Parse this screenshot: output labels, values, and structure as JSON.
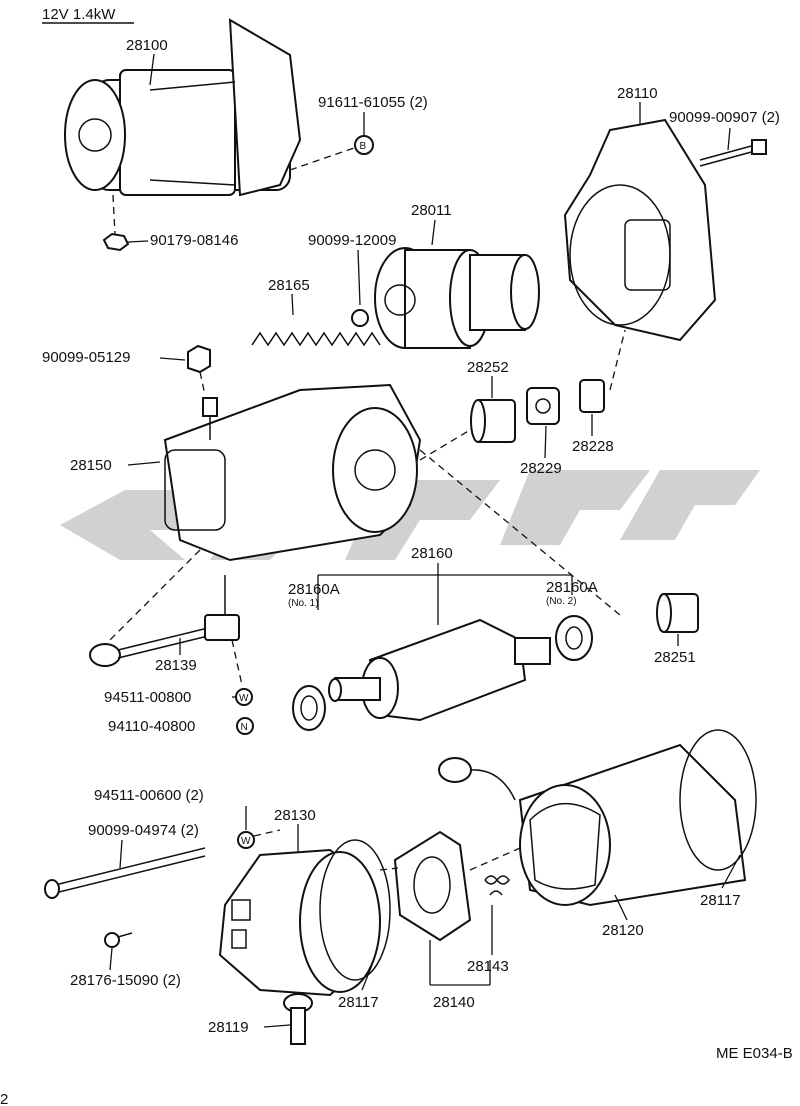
{
  "header": {
    "spec": "12V 1.4kW"
  },
  "diagram_code": "ME E034-B",
  "corner_mark": "2",
  "watermark": {
    "color": "#c9c9c9"
  },
  "parts": {
    "p28100": "28100",
    "p91611": "91611-61055 (2)",
    "p90179": "90179-08146",
    "p28110": "28110",
    "p90099_00907": "90099-00907 (2)",
    "p28011": "28011",
    "p90099_12009": "90099-12009",
    "p28165": "28165",
    "p90099_05129": "90099-05129",
    "p28252": "28252",
    "p28228": "28228",
    "p28229": "28229",
    "p28150": "28150",
    "p28160": "28160",
    "p28160A_1": "28160A",
    "p28160A_1_note": "(No. 1)",
    "p28160A_2": "28160A",
    "p28160A_2_note": "(No. 2)",
    "p28251": "28251",
    "p28139": "28139",
    "p94511_00800": "94511-00800",
    "p94110_40800": "94110-40800",
    "p94511_00600": "94511-00600 (2)",
    "p90099_04974": "90099-04974 (2)",
    "p28130": "28130",
    "p28176": "28176-15090 (2)",
    "p28120": "28120",
    "p28117_a": "28117",
    "p28117_b": "28117",
    "p28143": "28143",
    "p28140": "28140",
    "p28119": "28119"
  },
  "markers": {
    "B": "B",
    "W": "W",
    "N": "N",
    "W2": "W"
  }
}
